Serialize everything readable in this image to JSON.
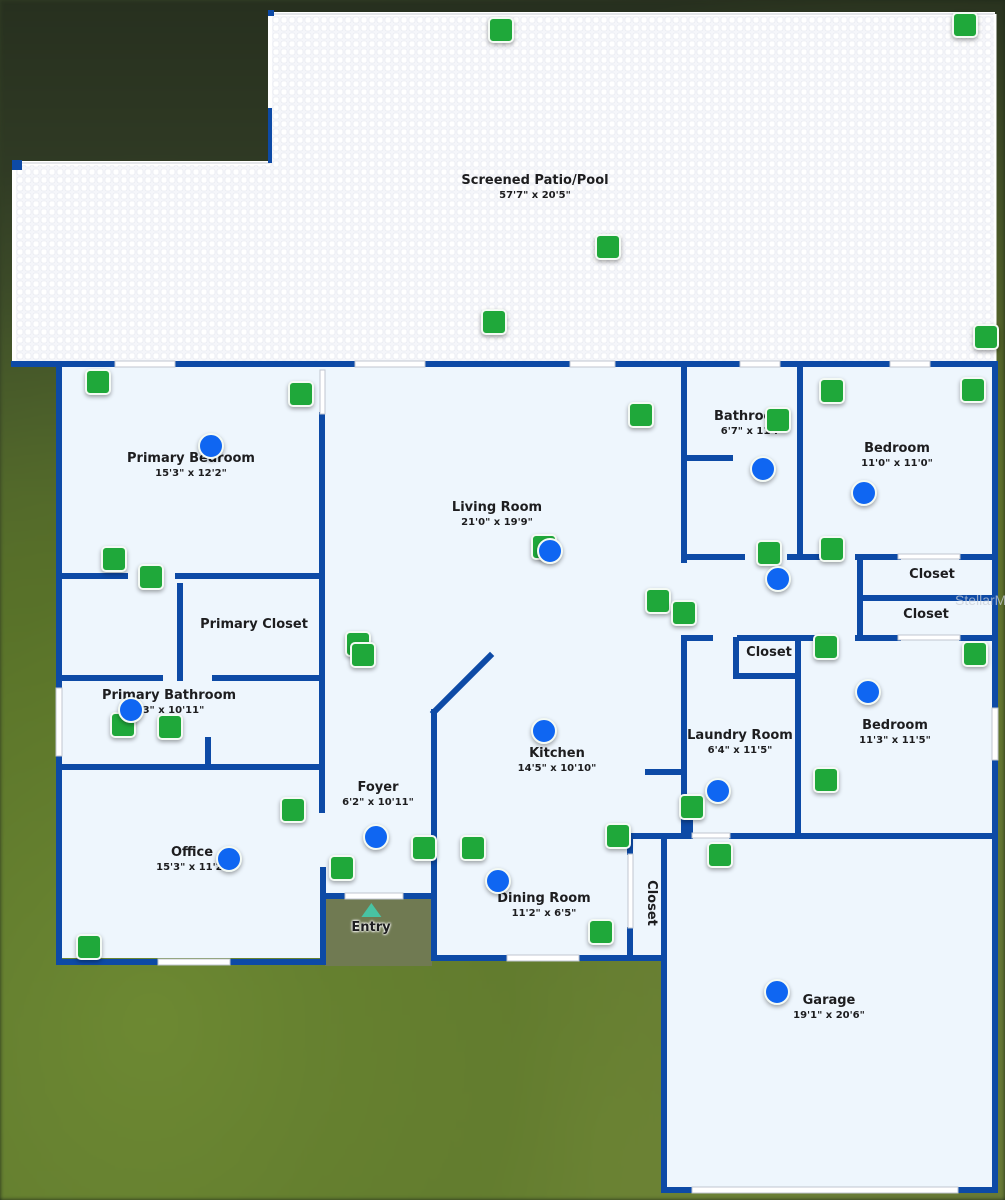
{
  "plan": {
    "wall_color": "#0d4aa6",
    "floor_color": "#eef6fd",
    "patio_color": "#f5f6fa",
    "marker_photo_color": "#1fa83a",
    "marker_360_color": "#0f66f2",
    "entry_color": "#48c3a3",
    "entry_label": "Entry",
    "watermark": "StellarMLS"
  },
  "rooms": [
    {
      "id": "patio",
      "name": "Screened Patio/Pool",
      "dims": "57'7\" x 20'5\""
    },
    {
      "id": "primary-bedroom",
      "name": "Primary Bedroom",
      "dims": "15'3\" x 12'2\""
    },
    {
      "id": "living-room",
      "name": "Living Room",
      "dims": "21'0\" x 19'9\""
    },
    {
      "id": "bathroom",
      "name": "Bathroom",
      "dims": "6'7\" x 11'?"
    },
    {
      "id": "bedroom-1",
      "name": "Bedroom",
      "dims": "11'0\" x 11'0\""
    },
    {
      "id": "closet-1",
      "name": "Closet",
      "dims": ""
    },
    {
      "id": "closet-2",
      "name": "Closet",
      "dims": ""
    },
    {
      "id": "primary-closet",
      "name": "Primary Closet",
      "dims": ""
    },
    {
      "id": "closet-3",
      "name": "Closet",
      "dims": ""
    },
    {
      "id": "primary-bathroom",
      "name": "Primary Bathroom",
      "dims": "?'3\" x 10'11\""
    },
    {
      "id": "laundry-room",
      "name": "Laundry Room",
      "dims": "6'4\" x 11'5\""
    },
    {
      "id": "bedroom-2",
      "name": "Bedroom",
      "dims": "11'3\" x 11'5\""
    },
    {
      "id": "kitchen",
      "name": "Kitchen",
      "dims": "14'5\" x 10'10\""
    },
    {
      "id": "foyer",
      "name": "Foyer",
      "dims": "6'2\" x 10'11\""
    },
    {
      "id": "office",
      "name": "Office",
      "dims": "15'3\" x 11'2\""
    },
    {
      "id": "dining-room",
      "name": "Dining Room",
      "dims": "11'2\" x 6'5\""
    },
    {
      "id": "closet-4",
      "name": "Closet",
      "dims": ""
    },
    {
      "id": "garage",
      "name": "Garage",
      "dims": "19'1\" x 20'6\""
    }
  ],
  "marker_legend": {
    "photo": "photo-marker",
    "panorama": "360-marker"
  }
}
